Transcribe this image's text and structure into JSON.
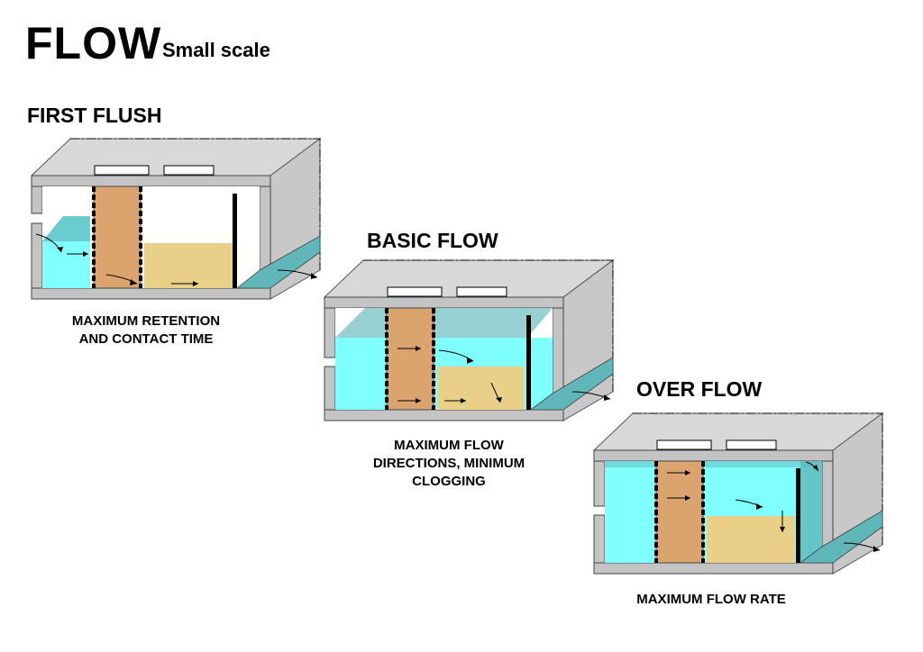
{
  "header": {
    "title": "FLOW",
    "subtitle": "Small scale"
  },
  "stages": [
    {
      "title": "FIRST FLUSH",
      "caption": [
        "MAXIMUM RETENTION",
        "AND CONTACT TIME"
      ]
    },
    {
      "title": "BASIC FLOW",
      "caption": [
        "MAXIMUM FLOW",
        "DIRECTIONS, MINIMUM",
        "CLOGGING"
      ]
    },
    {
      "title": "OVER FLOW",
      "caption": [
        "MAXIMUM FLOW RATE"
      ]
    }
  ],
  "colors": {
    "water": "#80ffff",
    "water_shadow": "#5fb7b9",
    "filter_media": "#dba46f",
    "sediment": "#e9cf87",
    "concrete": "#c9c9c9",
    "concrete_light": "#dedede",
    "outline": "#000000"
  }
}
